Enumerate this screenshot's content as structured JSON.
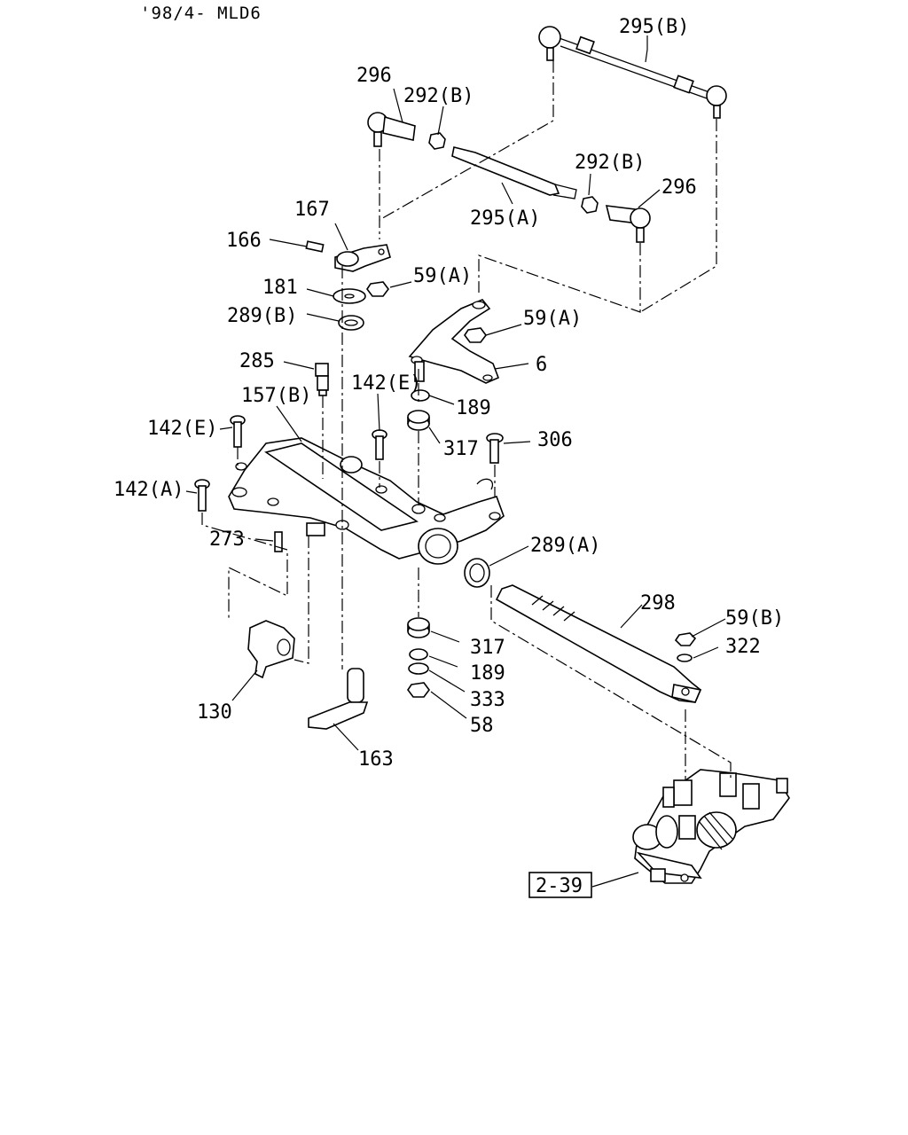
{
  "header": {
    "text": "'98/4- MLD6"
  },
  "labels": {
    "l_295b": "295(B)",
    "l_296_top": "296",
    "l_292b_top": "292(B)",
    "l_292b_mid": "292(B)",
    "l_296_mid": "296",
    "l_295a": "295(A)",
    "l_167": "167",
    "l_166": "166",
    "l_59a_1": "59(A)",
    "l_181": "181",
    "l_289b": "289(B)",
    "l_59a_2": "59(A)",
    "l_6": "6",
    "l_285": "285",
    "l_142e_1": "142(E)",
    "l_157b": "157(B)",
    "l_189_1": "189",
    "l_142e_2": "142(E)",
    "l_317_1": "317",
    "l_306": "306",
    "l_142a": "142(A)",
    "l_273": "273",
    "l_289a": "289(A)",
    "l_298": "298",
    "l_59b": "59(B)",
    "l_322": "322",
    "l_317_2": "317",
    "l_189_2": "189",
    "l_333": "333",
    "l_58": "58",
    "l_130": "130",
    "l_163": "163",
    "ref_box": "2-39"
  }
}
